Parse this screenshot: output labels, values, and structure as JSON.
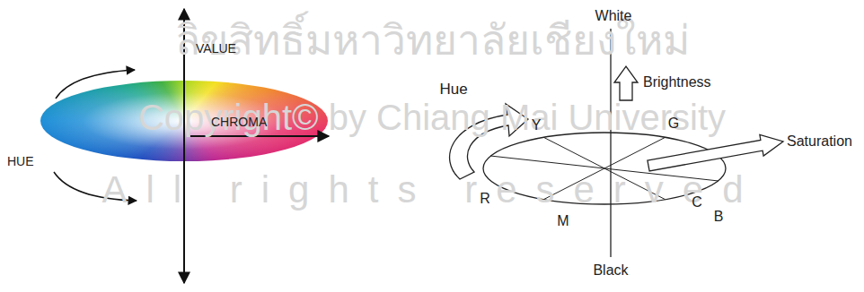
{
  "diagram": {
    "labels": [
      "VALUE",
      "HUE",
      "CHROMA",
      "White",
      "Hue",
      "Brightness",
      "Y",
      "G",
      "Saturation",
      "R",
      "C",
      "M",
      "B",
      "Black",
      "ลิขสิทธิ์มหาวิทยาลัยเชียงใหม่",
      "Copyright© by Chiang Mai University",
      "All rights reserved"
    ]
  }
}
